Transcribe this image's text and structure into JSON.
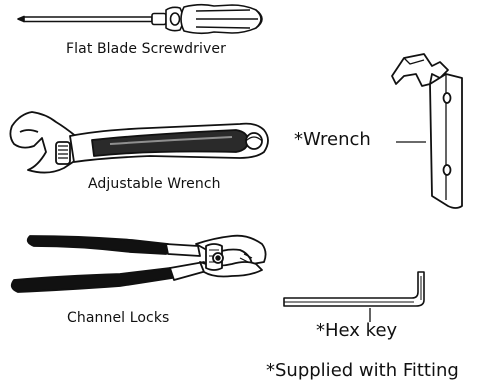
{
  "labels": {
    "screwdriver": "Flat Blade Screwdriver",
    "adjustable_wrench": "Adjustable Wrench",
    "channel_locks": "Channel Locks",
    "wrench": "*Wrench",
    "hex_key": "*Hex key",
    "footnote": "*Supplied with Fitting"
  },
  "colors": {
    "ink": "#111111",
    "grip_dark": "#2a2a2a",
    "grip_mid": "#8f8f8f",
    "paper": "#ffffff"
  },
  "icons": {
    "screwdriver": "flat-screwdriver-icon",
    "adjustable_wrench": "adjustable-wrench-icon",
    "channel_locks": "channel-lock-pliers-icon",
    "wrench": "bent-plate-wrench-icon",
    "hex_key": "hex-key-icon"
  }
}
